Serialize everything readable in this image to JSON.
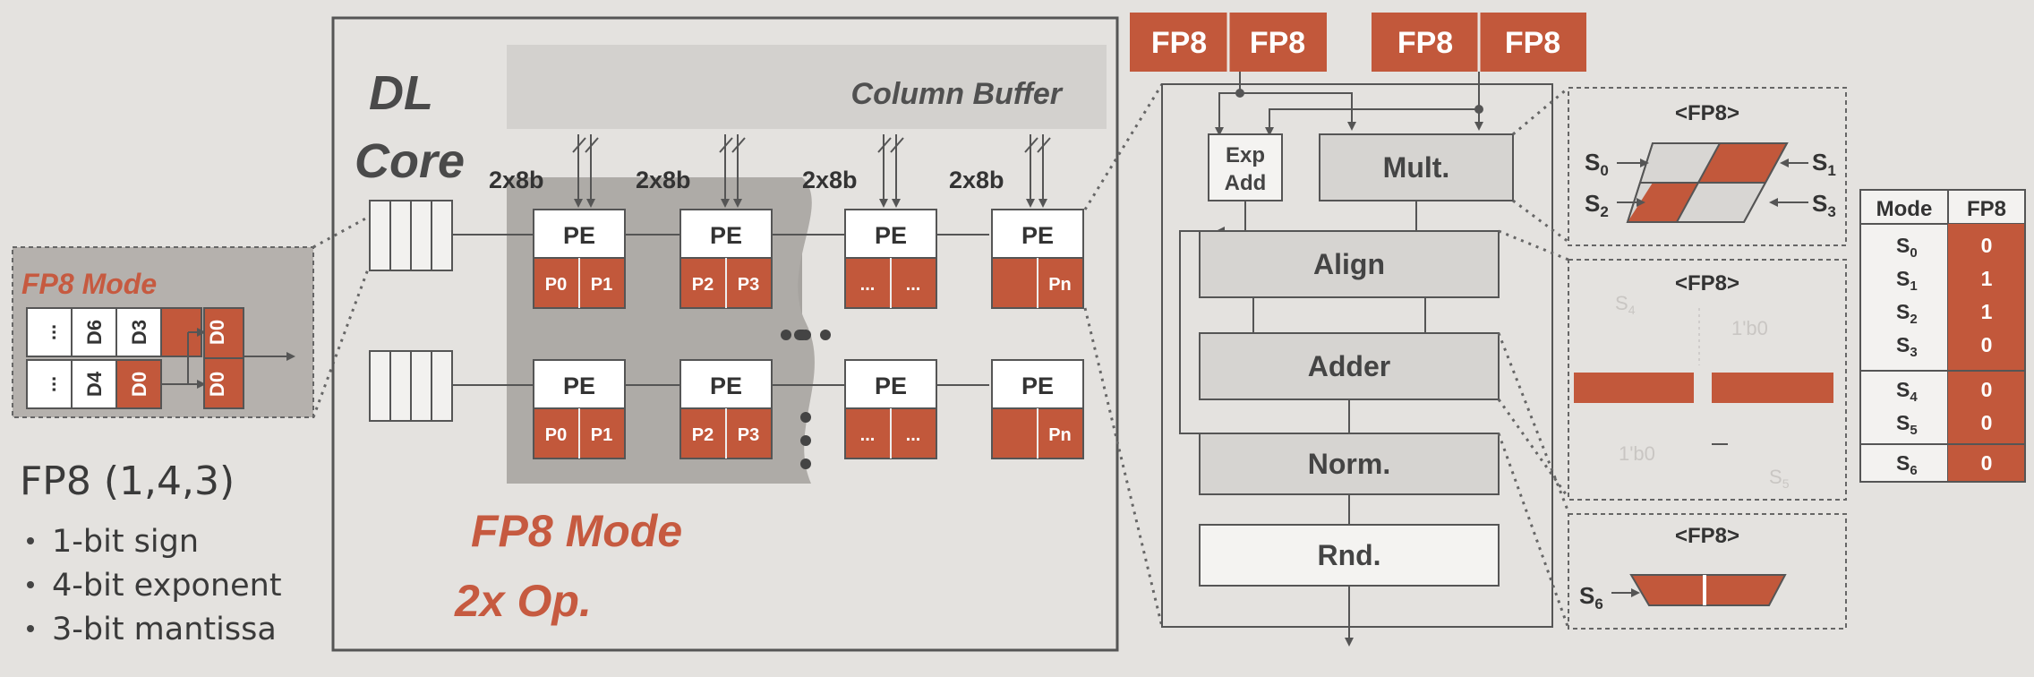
{
  "left": {
    "mode_title": "FP8 Mode",
    "cells_top": [
      "...",
      "D6",
      "D3"
    ],
    "cells_bottom": [
      "...",
      "D4",
      "D0"
    ],
    "out_cells": [
      "D0",
      "D0"
    ],
    "format": "FP8 (1,4,3)",
    "bullets": [
      "1-bit sign",
      "4-bit exponent",
      "3-bit mantissa"
    ]
  },
  "core": {
    "title_line1": "DL",
    "title_line2": "Core",
    "column_buffer": "Column Buffer",
    "input_width": "2x8b",
    "pe_label": "PE",
    "row1_ports": [
      [
        "P0",
        "P1"
      ],
      [
        "P2",
        "P3"
      ],
      [
        "...",
        "..."
      ],
      [
        "",
        "Pn"
      ]
    ],
    "row2_ports": [
      [
        "P0",
        "P1"
      ],
      [
        "P2",
        "P3"
      ],
      [
        "...",
        "..."
      ],
      [
        "",
        "Pn"
      ]
    ],
    "mode_line1": "FP8 Mode",
    "mode_line2": "2x Op."
  },
  "pipeline": {
    "inputs": [
      "FP8",
      "FP8",
      "FP8",
      "FP8"
    ],
    "exp_add_line1": "Exp",
    "exp_add_line2": "Add",
    "mult": "Mult.",
    "align": "Align",
    "adder": "Adder",
    "norm": "Norm.",
    "rnd": "Rnd."
  },
  "detail": {
    "panel_title": "<FP8>",
    "s0": "S",
    "s0_sub": "0",
    "s1": "S",
    "s1_sub": "1",
    "s2": "S",
    "s2_sub": "2",
    "s3": "S",
    "s3_sub": "3",
    "s4": "S",
    "s4_sub": "4",
    "s5": "S",
    "s5_sub": "5",
    "s6": "S",
    "s6_sub": "6",
    "zero_label": "1'b0"
  },
  "mode_table": {
    "headers": [
      "Mode",
      "FP8"
    ],
    "rows": [
      {
        "s": "S",
        "sub": "0",
        "v": "0"
      },
      {
        "s": "S",
        "sub": "1",
        "v": "1"
      },
      {
        "s": "S",
        "sub": "2",
        "v": "1"
      },
      {
        "s": "S",
        "sub": "3",
        "v": "0"
      },
      {
        "s": "S",
        "sub": "4",
        "v": "0"
      },
      {
        "s": "S",
        "sub": "5",
        "v": "0"
      },
      {
        "s": "S",
        "sub": "6",
        "v": "0"
      }
    ]
  },
  "colors": {
    "accent": "#c2583b",
    "accent_text": "#c65a40",
    "gray_box": "#d6d4d1",
    "dark_text": "#3a3a3a",
    "line": "#555555"
  }
}
